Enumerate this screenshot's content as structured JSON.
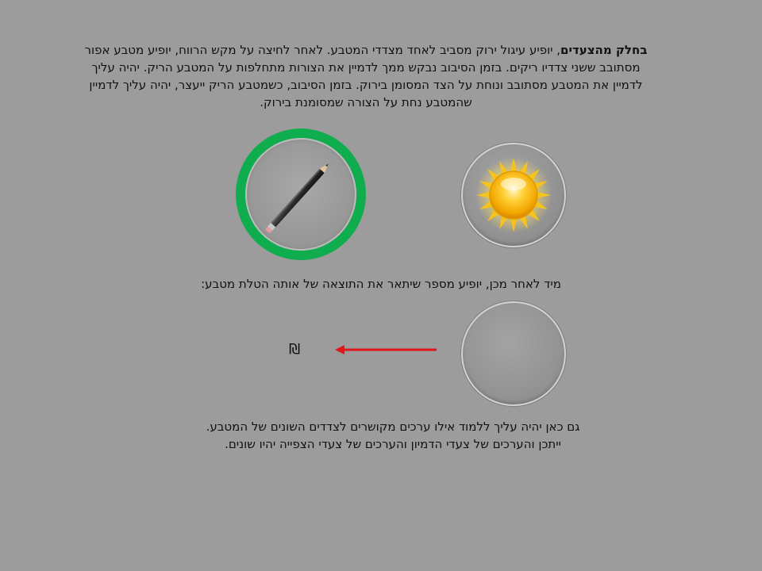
{
  "intro": {
    "bold_lead": "בחלק מהצעדים",
    "text": ", יופיע עיגול ירוק מסביב לאחד מצדדי המטבע. לאחר לחיצה על מקש הרווח, יופיע מטבע אפור מסתובב ששני צדדיו ריקים. בזמן הסיבוב נבקש ממך לדמיין את הצורות מתחלפות על המטבע הריק. יהיה עליך לדמיין את המטבע מסתובב ונוחת על הצד המסומן בירוק. בזמן הסיבוב, כשמטבע הריק ייעצר, יהיה עליך לדמיין שהמטבע נחת על הצורה שמסומנת בירוק."
  },
  "result_text": "מיד לאחר מכן, יופיע מספר שיתאר את התוצאה של אותה הטלת מטבע:",
  "currency_symbol": "₪",
  "outro": {
    "line1": "גם כאן יהיה עליך ללמוד אילו ערכים מקושרים לצדדים השונים של המטבע.",
    "line2": "ייתכן והערכים של צעדי הדמיון והערכים של צעדי הצפייה יהיו שונים."
  },
  "icons": {
    "pencil_coin": "pencil-icon",
    "sun_coin": "sun-icon",
    "arrow": "arrow-left-icon"
  },
  "colors": {
    "background": "#9c9c9c",
    "highlight_ring": "#10ad4f",
    "arrow": "#e0161b",
    "sun": "#f5c21a"
  }
}
